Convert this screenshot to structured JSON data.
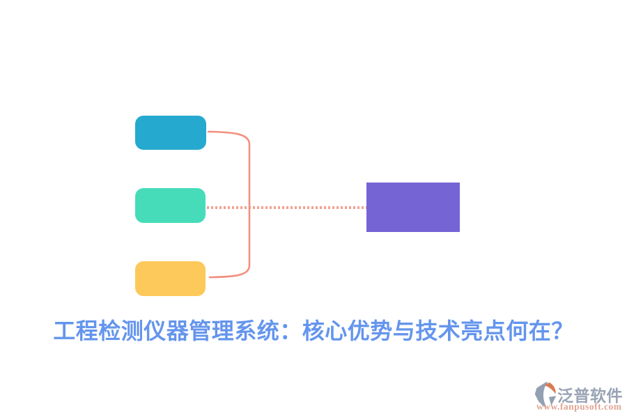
{
  "title": {
    "text": "工程检测仪器管理系统：核心优势与技术亮点何在？",
    "color": "#6495ED"
  },
  "diagram": {
    "source_nodes": [
      {
        "id": "top",
        "color": "#26A9CF"
      },
      {
        "id": "middle",
        "color": "#46DCBA"
      },
      {
        "id": "bottom",
        "color": "#FCC95A"
      }
    ],
    "target_node": {
      "id": "target",
      "color": "#7564D4"
    },
    "connector": {
      "color": "#F2907F",
      "bracket_style": "solid",
      "link_style": "dotted"
    }
  },
  "footer": {
    "brand": "泛普软件",
    "url": "www.fanpusoft.com",
    "brand_color": "#98A3B5",
    "url_color": "#E2A593",
    "logo_gray": "#93A0B2",
    "logo_orange": "#D97B52"
  }
}
